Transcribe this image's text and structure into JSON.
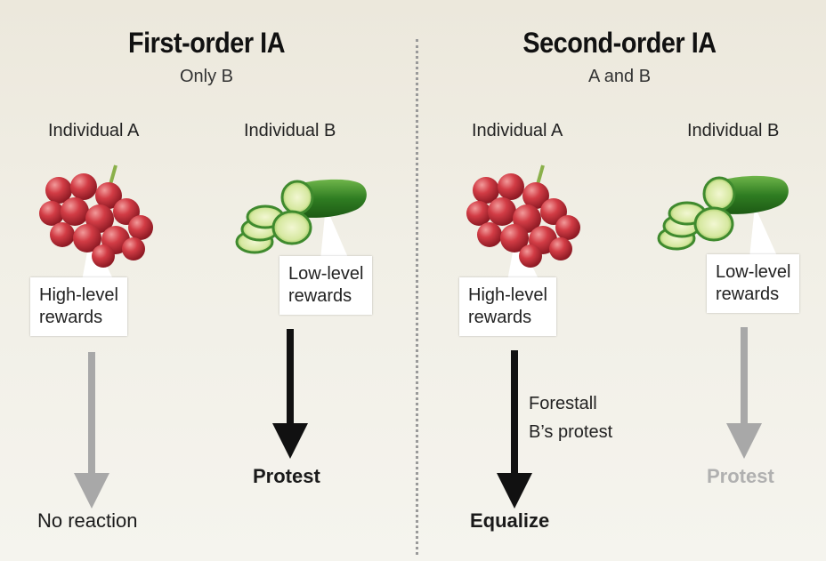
{
  "left": {
    "title": "First-order IA",
    "subtitle": "Only B",
    "individual_a": "Individual A",
    "individual_b": "Individual B",
    "callout_a": [
      "High-level",
      "rewards"
    ],
    "callout_b": [
      "Low-level",
      "rewards"
    ],
    "outcome_a": "No reaction",
    "outcome_b": "Protest"
  },
  "right": {
    "title": "Second-order IA",
    "subtitle": "A and B",
    "individual_a": "Individual A",
    "individual_b": "Individual B",
    "callout_a": [
      "High-level",
      "rewards"
    ],
    "callout_b": [
      "Low-level",
      "rewards"
    ],
    "arrow_note": [
      "Forestall",
      "B’s protest"
    ],
    "outcome_a": "Equalize",
    "outcome_b": "Protest"
  },
  "icons": [
    "grapes-icon",
    "cucumber-icon"
  ],
  "colors": {
    "background": "#eeebe1",
    "active_arrow": "#111111",
    "faded_arrow": "#a8a8a8",
    "grape": "#c8333f",
    "cucumber": "#3f8a2e"
  }
}
